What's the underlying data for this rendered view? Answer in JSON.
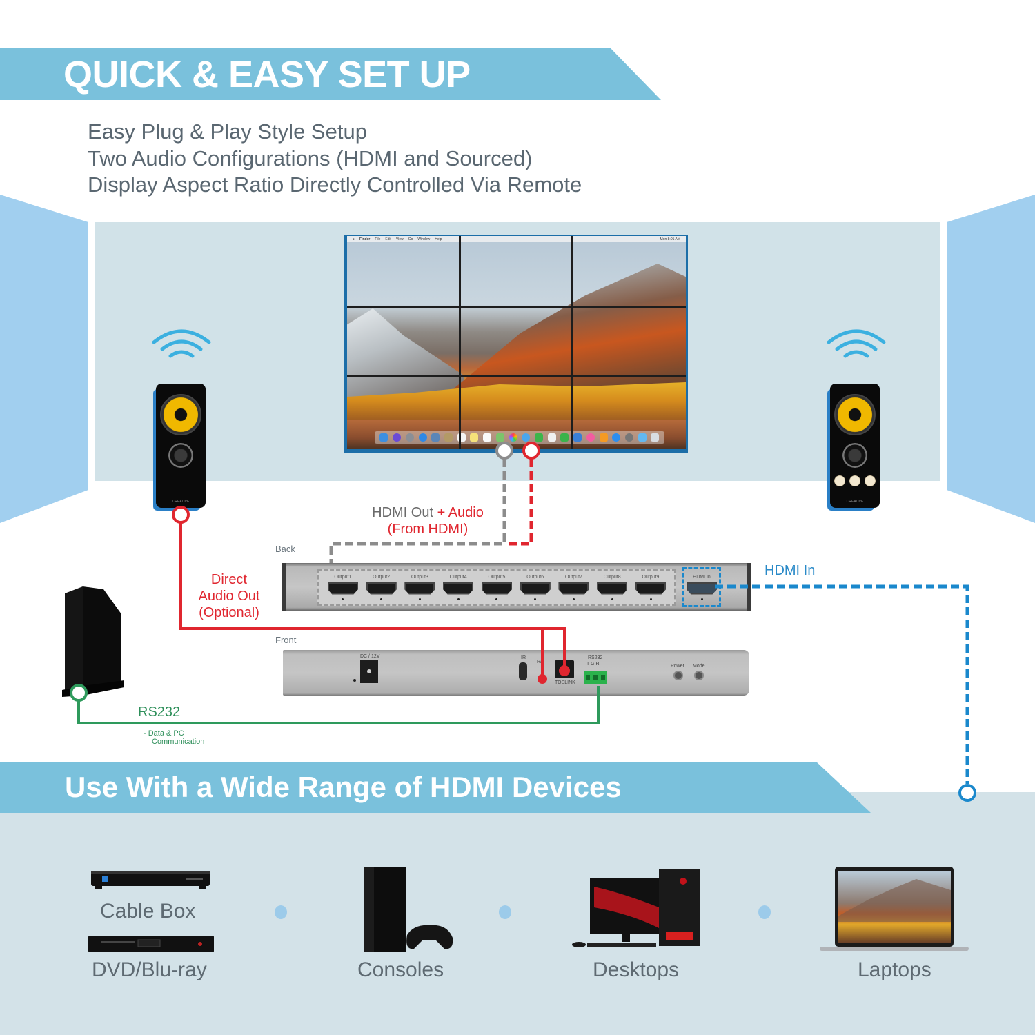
{
  "header": {
    "title": "QUICK & EASY SET UP",
    "features": [
      "Easy Plug & Play Style Setup",
      "Two Audio Configurations (HDMI and Sourced)",
      "Display Aspect Ratio Directly Controlled Via Remote"
    ]
  },
  "videowall": {
    "grid": "3x3",
    "menubar": {
      "left": [
        "Finder",
        "File",
        "Edit",
        "View",
        "Go",
        "Window",
        "Help"
      ],
      "right": "Mon 8:01 AM"
    }
  },
  "diagram": {
    "hdmi_out_label": "HDMI Out",
    "plus_audio_label": "+ Audio",
    "from_hdmi_label": "(From HDMI)",
    "direct_audio_label_1": "Direct",
    "direct_audio_label_2": "Audio Out",
    "direct_audio_label_3": "(Optional)",
    "hdmi_in_label": "HDMI In",
    "rs232_label": "RS232",
    "rs232_note_1": "- Data & PC",
    "rs232_note_2": "Communication",
    "speaker_brand": "CREATIVE"
  },
  "back_panel": {
    "label": "Back",
    "outputs": [
      "Output1",
      "Output2",
      "Output3",
      "Output4",
      "Output5",
      "Output6",
      "Output7",
      "Output8",
      "Output9"
    ],
    "input": "HDMI In"
  },
  "front_panel": {
    "label": "Front",
    "dc_label": "DC / 12V",
    "ir_label": "IR",
    "rl_label": "R/L",
    "toslink_label": "TOSLINK",
    "rs232_label": "RS232",
    "rs232_pins": "T  G  R",
    "power_label": "Power",
    "mode_label": "Mode"
  },
  "devices_section": {
    "title": "Use With a Wide Range of HDMI Devices",
    "devices": [
      {
        "label": "Cable Box"
      },
      {
        "label": "DVD/Blu-ray"
      },
      {
        "label": "Consoles"
      },
      {
        "label": "Desktops"
      },
      {
        "label": "Laptops"
      }
    ]
  },
  "colors": {
    "banner": "#7ac1dc",
    "wall_back": "#d1e2e8",
    "wall_side": "#a1cfef",
    "hdmi_out": "#8a8a8a",
    "audio": "#e0262f",
    "hdmi_in": "#1a88cc",
    "rs232": "#2e8f5a"
  }
}
